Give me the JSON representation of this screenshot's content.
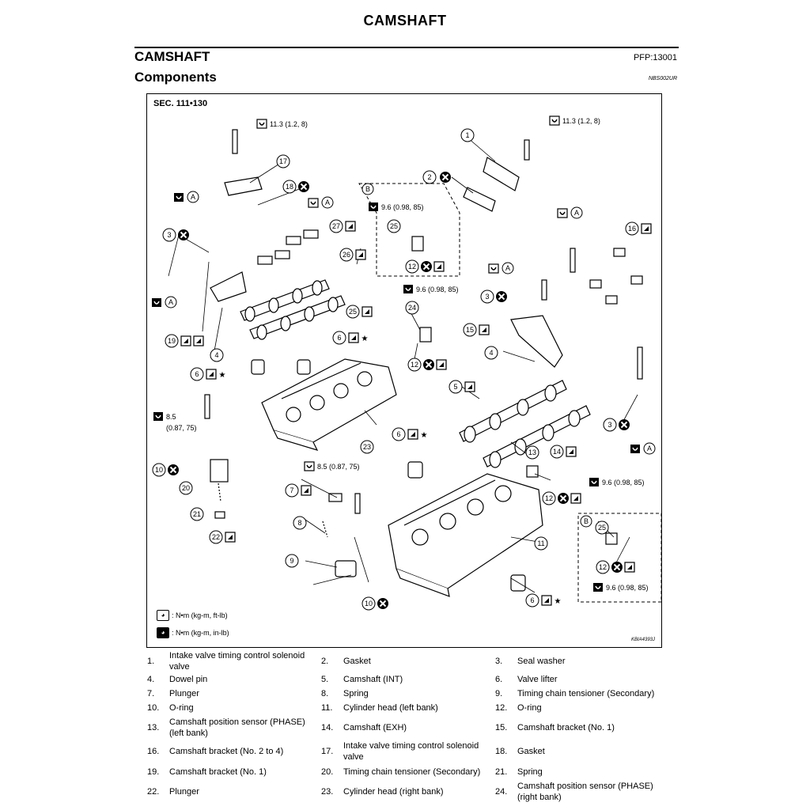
{
  "page_header": "CAMSHAFT",
  "section_title": "CAMSHAFT",
  "pfp_code": "PFP:13001",
  "subsection_title": "Components",
  "doc_code": "NBS002UR",
  "figure": {
    "sec_label": "SEC. 111•130",
    "figure_code": "KBIA4393J",
    "torques": {
      "t1": "11.3 (1.2, 8)",
      "t2": "11.3 (1.2, 8)",
      "t3": "9.6 (0.98, 85)",
      "t4": "9.6 (0.98, 85)",
      "t5a": "8.5",
      "t5b": "(0.87, 75)",
      "t6": "8.5 (0.87, 75)",
      "t7": "9.6 (0.98, 85)",
      "t8": "9.6 (0.98, 85)"
    },
    "letters": {
      "a": "A",
      "b": "B"
    },
    "legend": [
      {
        "text": ": N•m (kg-m, ft-lb)"
      },
      {
        "text": ": N•m (kg-m, in-lb)"
      }
    ],
    "callouts": {
      "c1": "1",
      "c2": "2",
      "c3": "3",
      "c4": "4",
      "c5": "5",
      "c6": "6",
      "c7": "7",
      "c8": "8",
      "c9": "9",
      "c10": "10",
      "c11": "11",
      "c12": "12",
      "c13": "13",
      "c14": "14",
      "c15": "15",
      "c16": "16",
      "c17": "17",
      "c18": "18",
      "c19": "19",
      "c20": "20",
      "c21": "21",
      "c22": "22",
      "c23": "23",
      "c24": "24",
      "c25": "25",
      "c26": "26",
      "c27": "27"
    }
  },
  "parts": [
    [
      {
        "num": "1.",
        "name": "Intake valve timing control solenoid valve"
      },
      {
        "num": "2.",
        "name": "Gasket"
      },
      {
        "num": "3.",
        "name": "Seal washer"
      }
    ],
    [
      {
        "num": "4.",
        "name": "Dowel pin"
      },
      {
        "num": "5.",
        "name": "Camshaft (INT)"
      },
      {
        "num": "6.",
        "name": "Valve lifter"
      }
    ],
    [
      {
        "num": "7.",
        "name": "Plunger"
      },
      {
        "num": "8.",
        "name": "Spring"
      },
      {
        "num": "9.",
        "name": "Timing chain tensioner (Secondary)"
      }
    ],
    [
      {
        "num": "10.",
        "name": "O-ring"
      },
      {
        "num": "11.",
        "name": "Cylinder head (left bank)"
      },
      {
        "num": "12.",
        "name": "O-ring"
      }
    ],
    [
      {
        "num": "13.",
        "name": "Camshaft position sensor (PHASE) (left bank)"
      },
      {
        "num": "14.",
        "name": "Camshaft (EXH)"
      },
      {
        "num": "15.",
        "name": "Camshaft bracket (No. 1)"
      }
    ],
    [
      {
        "num": "16.",
        "name": "Camshaft bracket (No. 2 to 4)"
      },
      {
        "num": "17.",
        "name": "Intake valve timing control solenoid valve"
      },
      {
        "num": "18.",
        "name": "Gasket"
      }
    ],
    [
      {
        "num": "19.",
        "name": "Camshaft bracket (No. 1)"
      },
      {
        "num": "20.",
        "name": "Timing chain tensioner (Secondary)"
      },
      {
        "num": "21.",
        "name": "Spring"
      }
    ],
    [
      {
        "num": "22.",
        "name": "Plunger"
      },
      {
        "num": "23.",
        "name": "Cylinder head (right bank)"
      },
      {
        "num": "24.",
        "name": "Camshaft position sensor (PHASE) (right bank)"
      }
    ]
  ]
}
